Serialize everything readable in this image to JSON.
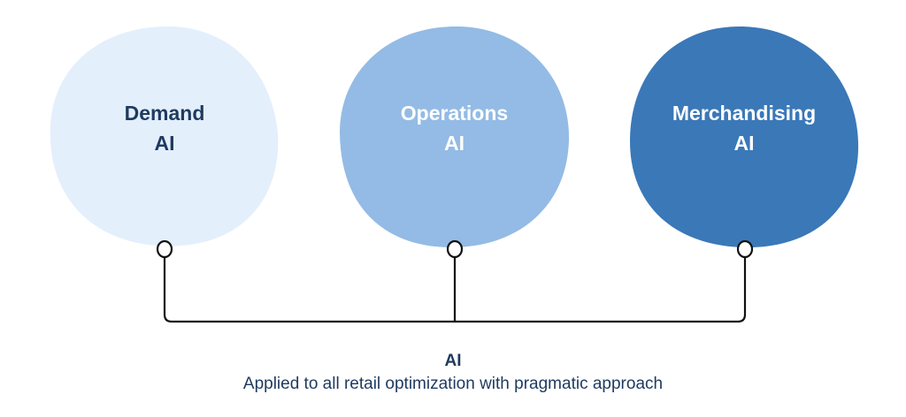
{
  "nodes": [
    {
      "line1": "Demand",
      "line2": "AI",
      "fill": "#e4effc",
      "text_color": "#1e3a5f"
    },
    {
      "line1": "Operations",
      "line2": "AI",
      "fill": "#93bbe5",
      "text_color": "#ffffff"
    },
    {
      "line1": "Merchandising",
      "line2": "AI",
      "fill": "#3a78b8",
      "text_color": "#ffffff"
    }
  ],
  "connector": {
    "stroke": "#111111"
  },
  "footer": {
    "title": "AI",
    "subtitle": "Applied to all retail optimization with pragmatic approach"
  }
}
